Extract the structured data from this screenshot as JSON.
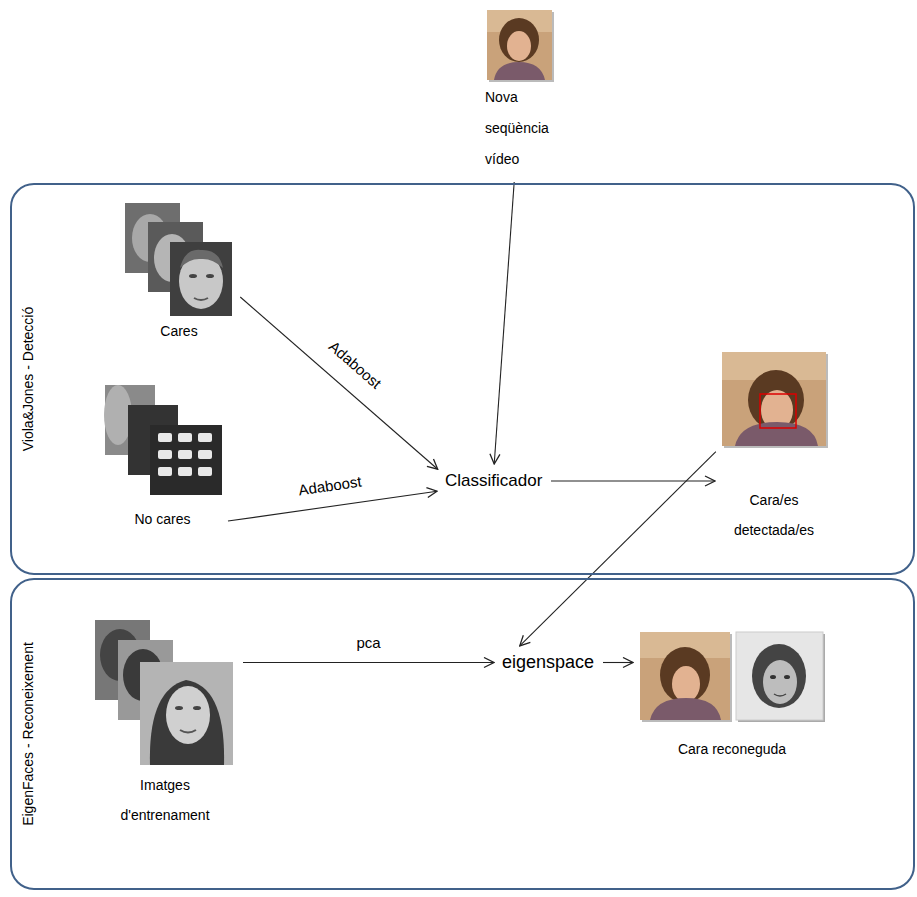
{
  "diagram": {
    "nodes": [
      {
        "text": [
          "Nova seqüència vídeo"
        ]
      },
      {
        "text": [
          "Viola&Jones - Detecció"
        ]
      },
      {
        "text": [
          "Cares"
        ],
        "in": 1
      },
      {
        "text": [
          "No cares"
        ],
        "in": 1
      },
      {
        "text": [
          "Classificador"
        ],
        "in": 1
      },
      {
        "text": [
          "Cara/es detectada/es"
        ],
        "in": 1
      },
      {
        "text": [
          "EigenFaces - Reconeixement"
        ]
      },
      {
        "text": [
          "Imatges d'entrenament"
        ],
        "in": 6
      },
      {
        "text": [
          "eigenspace"
        ],
        "in": 6
      },
      {
        "text": [
          "Cara reconeguda"
        ],
        "in": 6
      }
    ],
    "edges": [
      {
        "from": 0,
        "to": 4,
        "arrow": "to"
      },
      {
        "from": 2,
        "to": 4,
        "label": "Adaboost",
        "arrow": "to"
      },
      {
        "from": 3,
        "to": 4,
        "label": "Adaboost",
        "arrow": "to"
      },
      {
        "from": 4,
        "to": 5,
        "arrow": "to"
      },
      {
        "from": 5,
        "to": 8,
        "arrow": "to"
      },
      {
        "from": 7,
        "to": 8,
        "label": "pca",
        "arrow": "to"
      },
      {
        "from": 8,
        "to": 9,
        "arrow": "to"
      }
    ]
  }
}
